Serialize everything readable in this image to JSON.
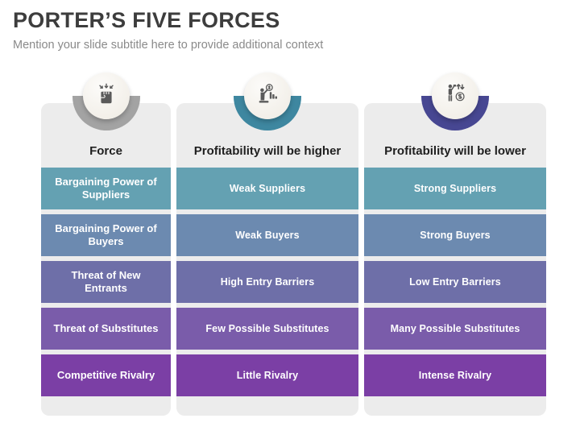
{
  "slide": {
    "title": "PORTER’S FIVE FORCES",
    "subtitle": "Mention your slide subtitle here to provide additional context"
  },
  "table": {
    "columns": [
      {
        "header": "Force",
        "icon": "fist-force-icon",
        "cup_color": "#a3a3a3"
      },
      {
        "header": "Profitability will be higher",
        "icon": "profitability-up-icon",
        "cup_color": "#3e87a0"
      },
      {
        "header": "Profitability will be lower",
        "icon": "profitability-down-icon",
        "cup_color": "#474792"
      }
    ],
    "rows": [
      {
        "force": "Bargaining Power of Suppliers",
        "higher": "Weak Suppliers",
        "lower": "Strong Suppliers",
        "color": "#64a1b2"
      },
      {
        "force": "Bargaining Power of Buyers",
        "higher": "Weak Buyers",
        "lower": "Strong Buyers",
        "color": "#6c8ab0"
      },
      {
        "force": "Threat of New Entrants",
        "higher": "High Entry Barriers",
        "lower": "Low Entry Barriers",
        "color": "#6e6fa8"
      },
      {
        "force": "Threat of Substitutes",
        "higher": "Few Possible Substitutes",
        "lower": "Many Possible Substitutes",
        "color": "#7a5caa"
      },
      {
        "force": "Competitive Rivalry",
        "higher": "Little Rivalry",
        "lower": "Intense Rivalry",
        "color": "#7b3fa5"
      }
    ]
  },
  "colors": {
    "card_background": "#ececec",
    "title_text": "#3d3d3d",
    "subtitle_text": "#8a8a8a",
    "header_text": "#1f1f1f",
    "band_text": "#ffffff"
  }
}
